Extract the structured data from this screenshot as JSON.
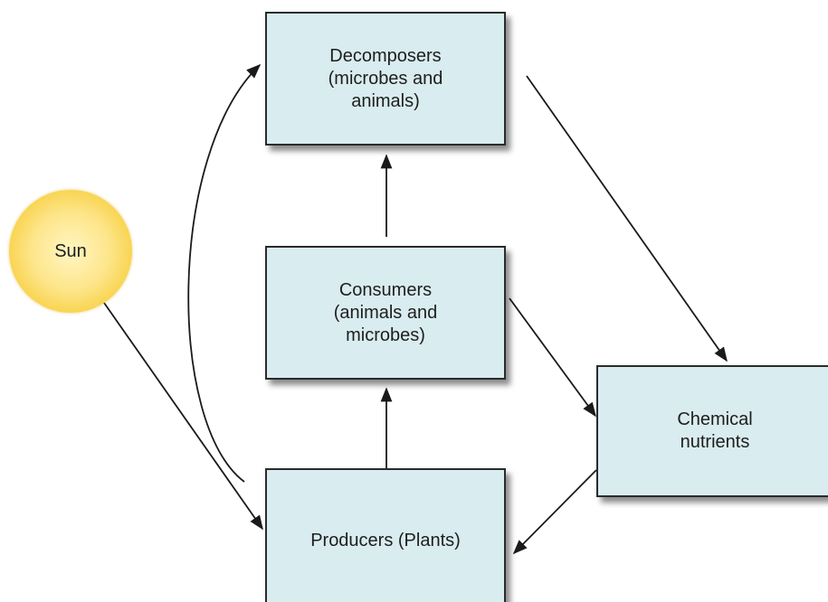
{
  "nodes": {
    "sun": "Sun",
    "decomposers": "Decomposers\n(microbes and\nanimals)",
    "consumers": "Consumers\n(animals and\nmicrobes)",
    "producers": "Producers (Plants)",
    "nutrients": "Chemical\nnutrients"
  },
  "colors": {
    "box_fill": "#d9ecef",
    "box_border": "#2b2b2b",
    "sun": "#f7cf3e",
    "arrow": "#1a1a1a"
  }
}
